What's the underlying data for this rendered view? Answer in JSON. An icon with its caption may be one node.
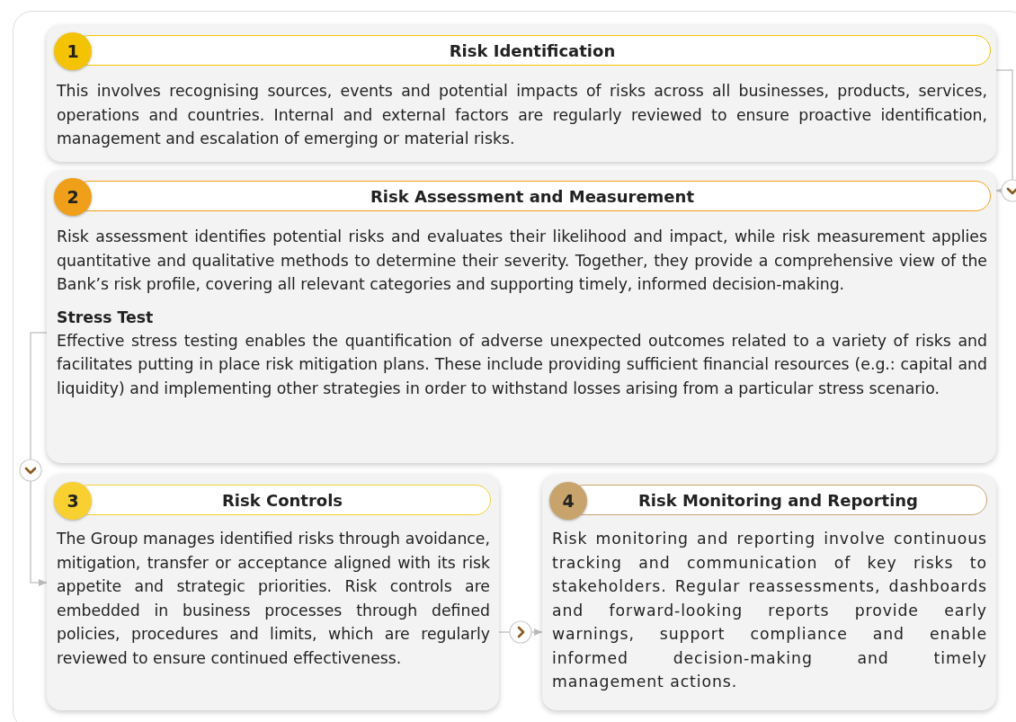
{
  "diagram": {
    "nodes": [
      {
        "text": [
          "1",
          "Risk Identification",
          "This involves recognising sources, events and potential impacts of risks across all businesses, products, services, operations and countries. Internal and external factors are regularly reviewed to ensure proactive identification, management and escalation of emerging or material risks."
        ]
      },
      {
        "text": [
          "2",
          "Risk Assessment and Measurement",
          "Risk assessment identifies potential risks and evaluates their likelihood and impact, while risk measurement applies quantitative and qualitative methods to determine their severity. Together, they provide a comprehensive view of the Bank’s risk profile, covering all relevant categories and supporting timely, informed decision-making.",
          "Stress Test",
          "Effective stress testing enables the quantification of adverse unexpected outcomes related to a variety of risks and facilitates putting in place risk mitigation plans. These include providing sufficient financial resources (e.g.: capital and liquidity) and implementing other strategies in order to withstand losses arising from a particular stress scenario."
        ]
      },
      {
        "text": [
          "3",
          "Risk Controls",
          "The Group manages identified risks through avoidance, mitigation, transfer or acceptance aligned with its risk appetite and strategic priorities. Risk controls are embedded in business processes through defined policies, procedures and limits, which are regularly reviewed to ensure continued effectiveness."
        ]
      },
      {
        "text": [
          "4",
          "Risk Monitoring and Reporting",
          "Risk monitoring and reporting involve continuous tracking and communication of key risks to stakeholders. Regular reassessments, dashboards and forward-looking reports provide early warnings, support compliance and enable informed decision-making and timely management actions."
        ]
      }
    ],
    "edges": [
      {
        "from": 0,
        "to": 1,
        "arrow": "to"
      },
      {
        "from": 1,
        "to": 2,
        "arrow": "to"
      },
      {
        "from": 2,
        "to": 3,
        "arrow": "to"
      }
    ]
  }
}
